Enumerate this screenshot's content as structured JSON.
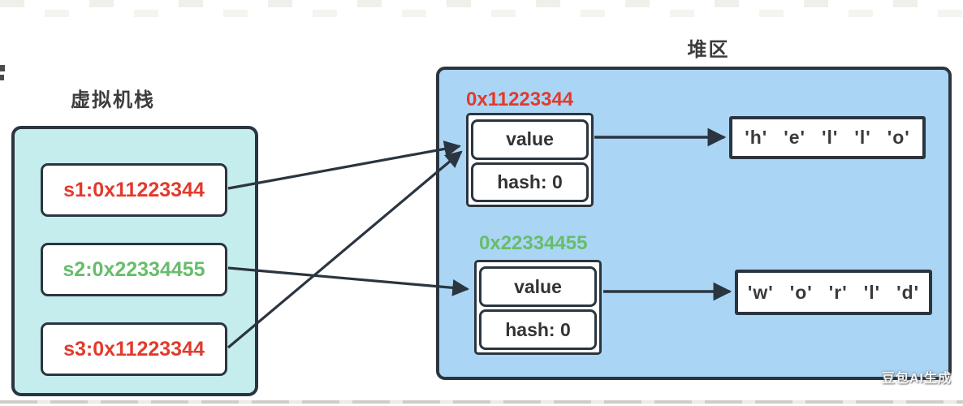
{
  "stack": {
    "title": "虚拟机栈",
    "items": [
      {
        "id": "s1",
        "label": "s1:0x11223344",
        "color": "#e23a2c"
      },
      {
        "id": "s2",
        "label": "s2:0x22334455",
        "color": "#67bd6b"
      },
      {
        "id": "s3",
        "label": "s3:0x11223344",
        "color": "#e23a2c"
      }
    ]
  },
  "heap": {
    "title": "堆区",
    "objects": [
      {
        "address": "0x11223344",
        "address_color": "#e23a2c",
        "value_label": "value",
        "hash_label": "hash: 0",
        "chars": "'h' 'e' 'l' 'l' 'o'"
      },
      {
        "address": "0x22334455",
        "address_color": "#67bd6b",
        "value_label": "value",
        "hash_label": "hash: 0",
        "chars": "'w' 'o' 'r' 'l' 'd'"
      }
    ]
  },
  "watermark": "豆包AI生成",
  "colors": {
    "stack_fill": "#c5edee",
    "heap_fill": "#abd5f4",
    "outline": "#2b3540",
    "red": "#e23a2c",
    "green": "#67bd6b"
  }
}
